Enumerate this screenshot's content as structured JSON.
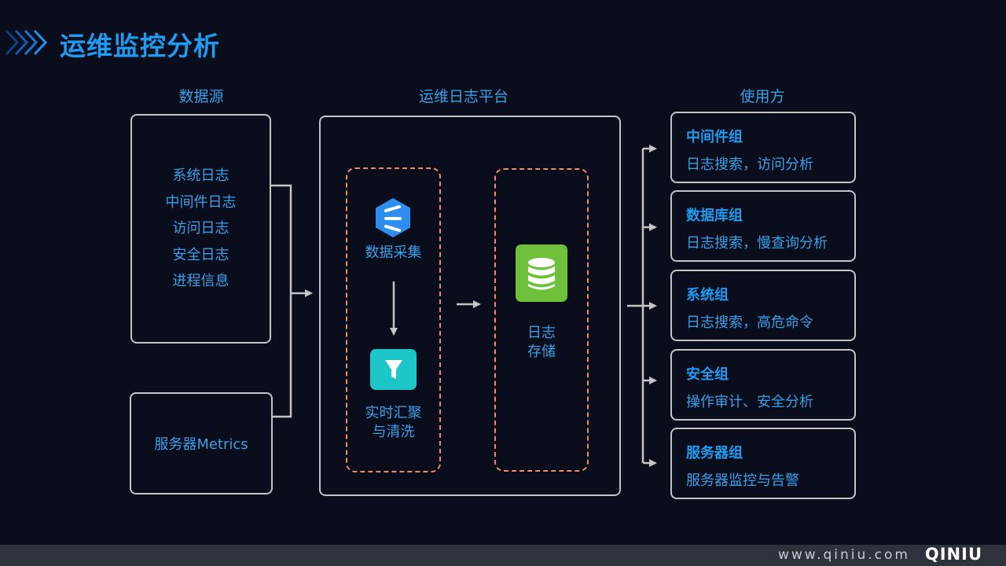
{
  "header": {
    "title": "运维监控分析"
  },
  "sections": {
    "sources_label": "数据源",
    "platform_label": "运维日志平台",
    "users_label": "使用方"
  },
  "sources": {
    "logs": [
      "系统日志",
      "中间件日志",
      "访问日志",
      "安全日志",
      "进程信息"
    ],
    "metrics": "服务器Metrics"
  },
  "platform": {
    "collect": {
      "label": "数据采集",
      "icon": "collector-icon"
    },
    "aggregate": {
      "label_line1": "实时汇聚",
      "label_line2": "与清洗",
      "icon": "funnel-icon"
    },
    "storage": {
      "label_line1": "日志",
      "label_line2": "存储",
      "icon": "database-icon"
    }
  },
  "users": [
    {
      "name": "中间件组",
      "desc": "日志搜索，访问分析"
    },
    {
      "name": "数据库组",
      "desc": "日志搜索，慢查询分析"
    },
    {
      "name": "系统组",
      "desc": "日志搜索，高危命令"
    },
    {
      "name": "安全组",
      "desc": "操作审计、安全分析"
    },
    {
      "name": "服务器组",
      "desc": "服务器监控与告警"
    }
  ],
  "footer": {
    "url": "www.qiniu.com",
    "brand": "QINIU"
  },
  "colors": {
    "background": "#090d1c",
    "accent_blue": "#1f9cf0",
    "text_blue": "#3aa0e8",
    "box_border": "#c4c4c4",
    "dashed_border": "#f08a6a",
    "collector_icon": "#2d8ef0",
    "funnel_icon": "#1cc6c9",
    "database_icon": "#6fc13c"
  }
}
